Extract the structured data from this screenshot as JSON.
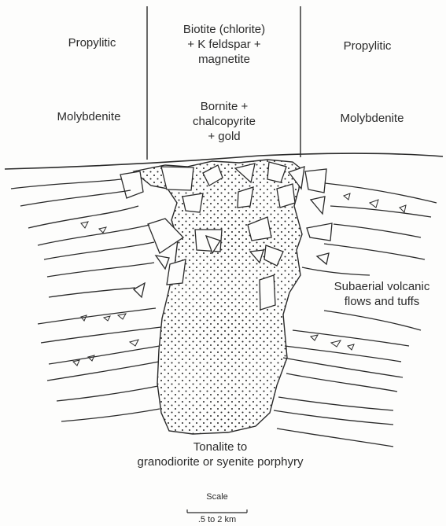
{
  "zones": {
    "left_alteration": "Propylitic",
    "center_alteration": "Biotite (chlorite)\n+ K feldspar +\nmagnetite",
    "right_alteration": "Propylitic",
    "left_mineral": "Molybdenite",
    "center_mineral": "Bornite +\nchalcopyrite\n+ gold",
    "right_mineral": "Molybdenite"
  },
  "units": {
    "host_rocks": "Subaerial volcanic\nflows and tuffs",
    "intrusion": "Tonalite to\ngranodiorite or syenite porphyry"
  },
  "scale": {
    "title": "Scale",
    "range": ".5 to 2 km"
  },
  "colors": {
    "ink": "#2a2a2a",
    "paper": "#fdfdfc"
  }
}
